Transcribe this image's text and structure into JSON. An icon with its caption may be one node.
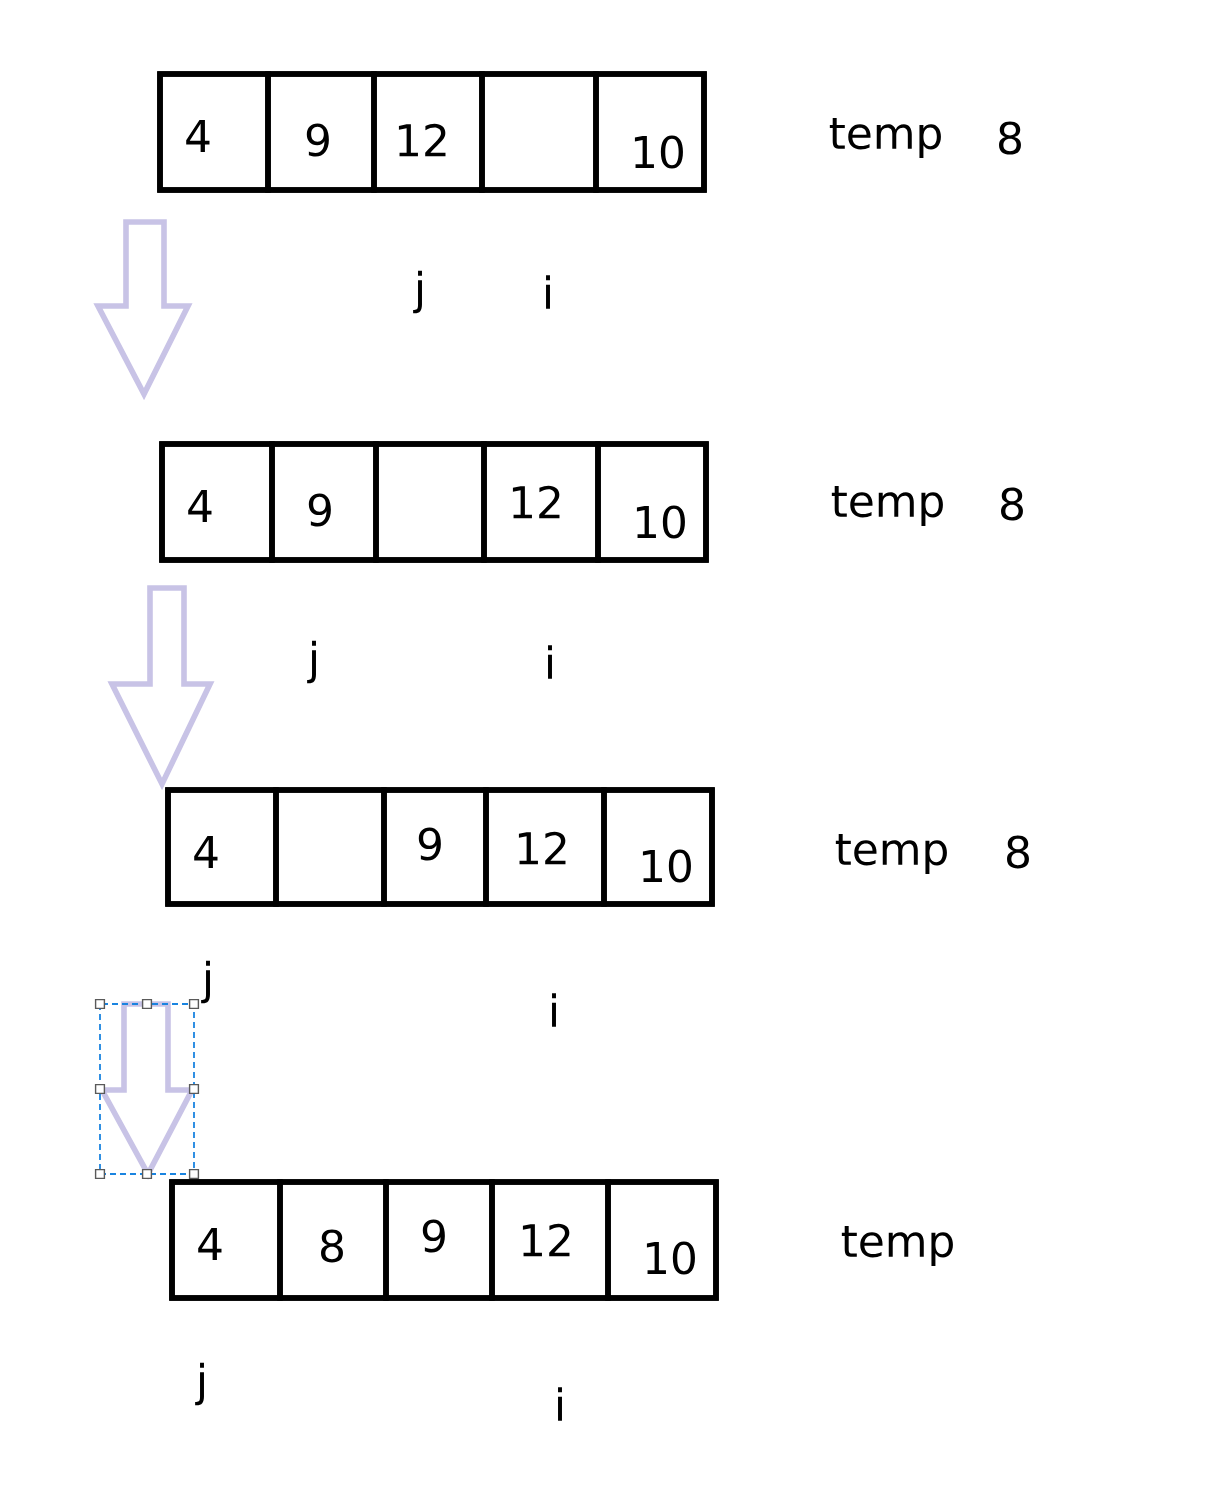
{
  "diagram": {
    "nodes": [
      {
        "text": [],
        "shape": "box"
      },
      {
        "text": [
          "4"
        ],
        "in": 0
      },
      {
        "text": [
          "9"
        ],
        "in": 0
      },
      {
        "text": [
          "12"
        ],
        "in": 0
      },
      {
        "text": [],
        "shape": "box",
        "in": 0
      },
      {
        "text": [
          "10"
        ],
        "in": 0
      },
      {
        "text": [],
        "shape": "box"
      },
      {
        "text": [
          "4"
        ],
        "in": 6
      },
      {
        "text": [
          "9"
        ],
        "in": 6
      },
      {
        "text": [],
        "shape": "box",
        "in": 6
      },
      {
        "text": [
          "12"
        ],
        "in": 6
      },
      {
        "text": [
          "10"
        ],
        "in": 6
      },
      {
        "text": [],
        "shape": "box"
      },
      {
        "text": [
          "4"
        ],
        "in": 12
      },
      {
        "text": [],
        "shape": "box",
        "in": 12
      },
      {
        "text": [
          "9"
        ],
        "in": 12
      },
      {
        "text": [
          "12"
        ],
        "in": 12
      },
      {
        "text": [
          "10"
        ],
        "in": 12
      },
      {
        "text": [],
        "shape": "box"
      },
      {
        "text": [
          "4"
        ],
        "in": 18
      },
      {
        "text": [
          "8"
        ],
        "in": 18
      },
      {
        "text": [
          "9"
        ],
        "in": 18
      },
      {
        "text": [
          "12"
        ],
        "in": 18
      },
      {
        "text": [
          "10"
        ],
        "in": 18
      }
    ],
    "edges": [
      {
        "from": 0,
        "to": 6,
        "arrow": "to"
      },
      {
        "from": 6,
        "to": 12,
        "arrow": "to"
      },
      {
        "from": 12,
        "to": 18,
        "arrow": "to"
      }
    ],
    "labels": [
      "temp",
      "8",
      "j",
      "i",
      "temp",
      "8",
      "j",
      "i",
      "temp",
      "8",
      "j",
      "i",
      "temp",
      "j",
      "i"
    ]
  }
}
